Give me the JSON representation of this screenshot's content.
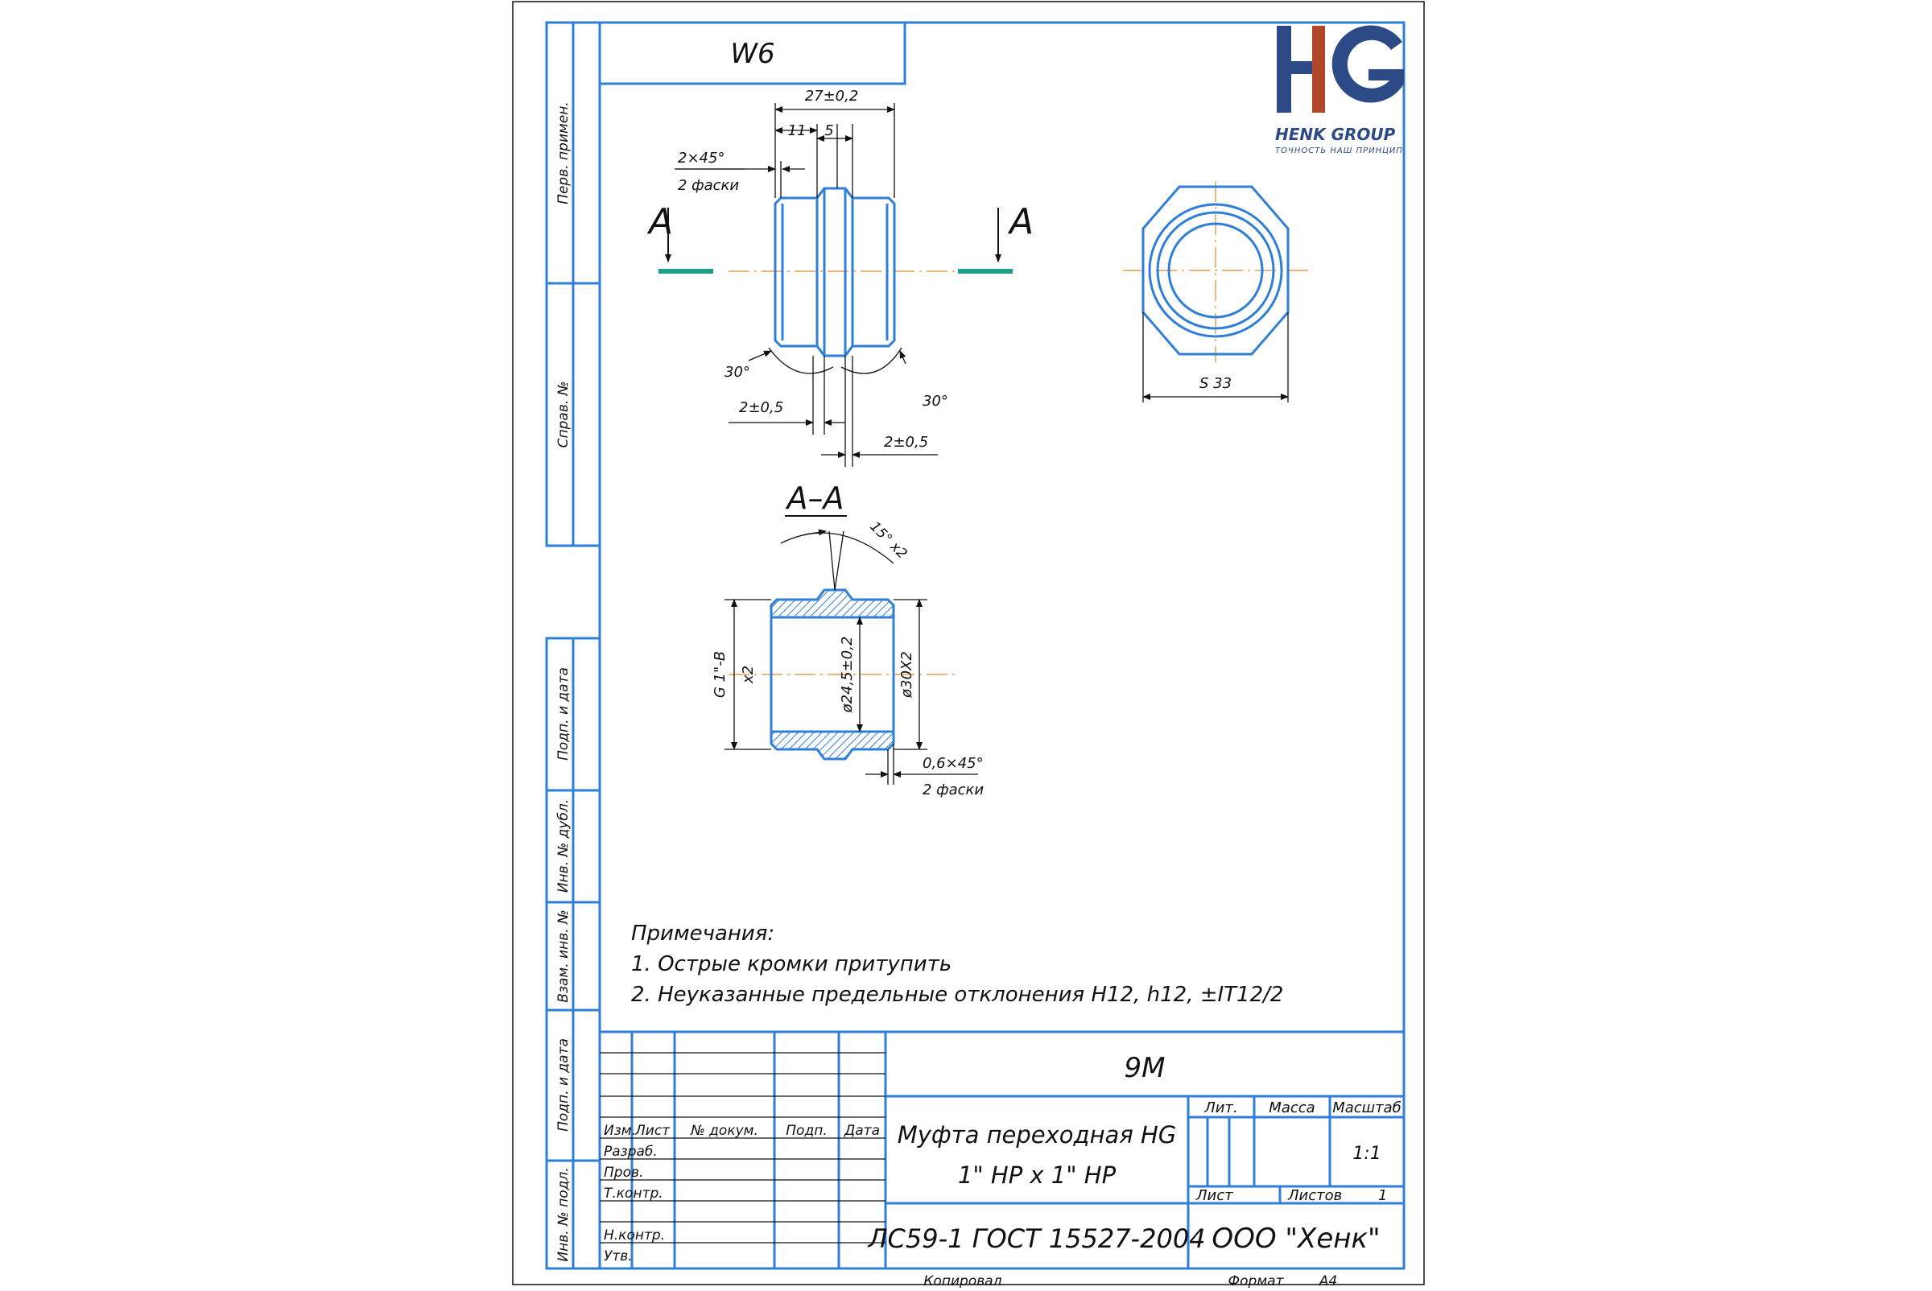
{
  "header": {
    "code": "W6"
  },
  "logo": {
    "letters": "HG",
    "name": "HENK GROUP",
    "slogan": "ТОЧНОСТЬ НАШ ПРИНЦИП",
    "color_navy": "#2b4a86",
    "color_accent": "#b0472a"
  },
  "colors": {
    "frame": "#2f7fd9",
    "part": "#2f7fd9",
    "center": "#e08a2a",
    "section_mark": "#1f9e8a"
  },
  "side_labels": [
    "Перв. примен.",
    "Справ. №",
    "Подп. и дата",
    "Инв. № дубл.",
    "Взам. инв. №",
    "Подп. и дата",
    "Инв. № подл."
  ],
  "front_view": {
    "dim_total": "27±0,2",
    "dim_a": "11",
    "dim_b": "5",
    "chamfer": "2×45°",
    "chamfer_note": "2 фаски",
    "section_letter_left": "А",
    "section_letter_right": "А",
    "angle_left": "30°",
    "angle_right": "30°",
    "dim_left_bottom": "2±0,5",
    "dim_right_bottom": "2±0,5"
  },
  "side_view": {
    "dim_s": "S 33"
  },
  "section_view": {
    "title": "А–А",
    "angle": "15° x2",
    "thread": "G 1\"-B",
    "thread_x2": "x2",
    "inner_dia": "ø24,5±0,2",
    "outer_dia": "ø30X2",
    "chamfer": "0,6×45°",
    "chamfer_note": "2 фаски"
  },
  "notes": {
    "title": "Примечания:",
    "items": [
      "1. Острые кромки притупить",
      "2. Неуказанные предельные отклонения H12, h12, ±IT12/2"
    ]
  },
  "title_block": {
    "doc_code": "9M",
    "col_labels": [
      "Изм.",
      "Лист",
      "№ докум.",
      "Подп.",
      "Дата"
    ],
    "row_labels": [
      "Разраб.",
      "Пров.",
      "Т.контр.",
      "Н.контр.",
      "Утв."
    ],
    "part_name_line1": "Муфта переходная HG",
    "part_name_line2": "1\" НР x 1\" НР",
    "lit_label": "Лит.",
    "mass_label": "Масса",
    "scale_label": "Масштаб",
    "scale_value": "1:1",
    "sheet_label": "Лист",
    "sheets_label": "Листов",
    "sheets_value": "1",
    "material": "ЛС59-1 ГОСТ 15527-2004",
    "company": "ООО \"Хенк\"",
    "copied": "Копировал",
    "format_label": "Формат",
    "format_value": "A4"
  }
}
